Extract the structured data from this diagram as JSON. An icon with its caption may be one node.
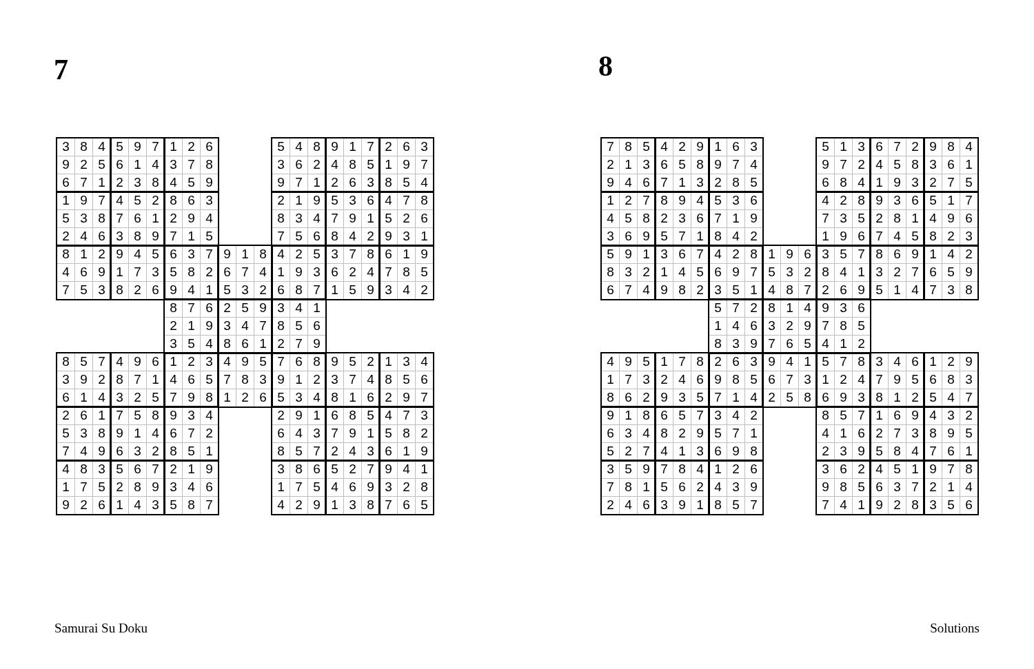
{
  "diagram": {
    "labels": [
      "7",
      "3",
      "8",
      "4",
      "5",
      "9",
      "7",
      "1",
      "2",
      "6",
      "5",
      "4",
      "8",
      "9",
      "1",
      "7",
      "2",
      "6",
      "3",
      "9",
      "2",
      "5",
      "6",
      "1",
      "4",
      "3",
      "7",
      "8",
      "3",
      "6",
      "2",
      "4",
      "8",
      "5",
      "1",
      "9",
      "7",
      "6",
      "7",
      "1",
      "2",
      "3",
      "8",
      "4",
      "5",
      "9",
      "9",
      "7",
      "1",
      "2",
      "6",
      "3",
      "8",
      "5",
      "4",
      "1",
      "9",
      "7",
      "4",
      "5",
      "2",
      "8",
      "6",
      "3",
      "2",
      "1",
      "9",
      "5",
      "3",
      "6",
      "4",
      "7",
      "8",
      "5",
      "3",
      "8",
      "7",
      "6",
      "1",
      "2",
      "9",
      "4",
      "8",
      "3",
      "4",
      "7",
      "9",
      "1",
      "5",
      "2",
      "6",
      "2",
      "4",
      "6",
      "3",
      "8",
      "9",
      "7",
      "1",
      "5",
      "7",
      "5",
      "6",
      "8",
      "4",
      "2",
      "9",
      "3",
      "1",
      "8",
      "1",
      "2",
      "9",
      "4",
      "5",
      "6",
      "3",
      "7",
      "9",
      "1",
      "8",
      "4",
      "2",
      "5",
      "3",
      "7",
      "8",
      "6",
      "1",
      "9",
      "4",
      "6",
      "9",
      "1",
      "7",
      "3",
      "5",
      "8",
      "2",
      "6",
      "7",
      "4",
      "1",
      "9",
      "3",
      "6",
      "2",
      "4",
      "7",
      "8",
      "5",
      "7",
      "5",
      "3",
      "8",
      "2",
      "6",
      "9",
      "4",
      "1",
      "5",
      "3",
      "2",
      "6",
      "8",
      "7",
      "1",
      "5",
      "9",
      "3",
      "4",
      "2",
      "8",
      "7",
      "6",
      "2",
      "5",
      "9",
      "3",
      "4",
      "1",
      "2",
      "1",
      "9",
      "3",
      "4",
      "7",
      "8",
      "5",
      "6",
      "3",
      "5",
      "4",
      "8",
      "6",
      "1",
      "2",
      "7",
      "9",
      "8",
      "5",
      "7",
      "4",
      "9",
      "6",
      "1",
      "2",
      "3",
      "4",
      "9",
      "5",
      "7",
      "6",
      "8",
      "9",
      "5",
      "2",
      "1",
      "3",
      "4",
      "3",
      "9",
      "2",
      "8",
      "7",
      "1",
      "4",
      "6",
      "5",
      "7",
      "8",
      "3",
      "9",
      "1",
      "2",
      "3",
      "7",
      "4",
      "8",
      "5",
      "6",
      "6",
      "1",
      "4",
      "3",
      "2",
      "5",
      "7",
      "9",
      "8",
      "1",
      "2",
      "6",
      "5",
      "3",
      "4",
      "8",
      "1",
      "6",
      "2",
      "9",
      "7",
      "2",
      "6",
      "1",
      "7",
      "5",
      "8",
      "9",
      "3",
      "4",
      "2",
      "9",
      "1",
      "6",
      "8",
      "5",
      "4",
      "7",
      "3",
      "5",
      "3",
      "8",
      "9",
      "1",
      "4",
      "6",
      "7",
      "2",
      "6",
      "4",
      "3",
      "7",
      "9",
      "1",
      "5",
      "8",
      "2",
      "7",
      "4",
      "9",
      "6",
      "3",
      "2",
      "8",
      "5",
      "1",
      "8",
      "5",
      "7",
      "2",
      "4",
      "3",
      "6",
      "1",
      "9",
      "4",
      "8",
      "3",
      "5",
      "6",
      "7",
      "2",
      "1",
      "9",
      "3",
      "8",
      "6",
      "5",
      "2",
      "7",
      "9",
      "4",
      "1",
      "1",
      "7",
      "5",
      "2",
      "8",
      "9",
      "3",
      "4",
      "6",
      "1",
      "7",
      "5",
      "4",
      "6",
      "9",
      "3",
      "2",
      "8",
      "9",
      "2",
      "6",
      "1",
      "4",
      "3",
      "5",
      "8",
      "7",
      "4",
      "2",
      "9",
      "1",
      "3",
      "8",
      "7",
      "6",
      "5",
      "8",
      "7",
      "8",
      "5",
      "4",
      "2",
      "9",
      "1",
      "6",
      "3",
      "5",
      "1",
      "3",
      "6",
      "7",
      "2",
      "9",
      "8",
      "4",
      "2",
      "1",
      "3",
      "6",
      "5",
      "8",
      "9",
      "7",
      "4",
      "9",
      "7",
      "2",
      "4",
      "5",
      "8",
      "3",
      "6",
      "1",
      "9",
      "4",
      "6",
      "7",
      "1",
      "3",
      "2",
      "8",
      "5",
      "6",
      "8",
      "4",
      "1",
      "9",
      "3",
      "2",
      "7",
      "5",
      "1",
      "2",
      "7",
      "8",
      "9",
      "4",
      "5",
      "3",
      "6",
      "4",
      "2",
      "8",
      "9",
      "3",
      "6",
      "5",
      "1",
      "7",
      "4",
      "5",
      "8",
      "2",
      "3",
      "6",
      "7",
      "1",
      "9",
      "7",
      "3",
      "5",
      "2",
      "8",
      "1",
      "4",
      "9",
      "6",
      "3",
      "6",
      "9",
      "5",
      "7",
      "1",
      "8",
      "4",
      "2",
      "1",
      "9",
      "6",
      "7",
      "4",
      "5",
      "8",
      "2",
      "3",
      "5",
      "9",
      "1",
      "3",
      "6",
      "7",
      "4",
      "2",
      "8",
      "1",
      "9",
      "6",
      "3",
      "5",
      "7",
      "8",
      "6",
      "9",
      "1",
      "4",
      "2",
      "8",
      "3",
      "2",
      "1",
      "4",
      "5",
      "6",
      "9",
      "7",
      "5",
      "3",
      "2",
      "8",
      "4",
      "1",
      "3",
      "2",
      "7",
      "6",
      "5",
      "9",
      "6",
      "7",
      "4",
      "9",
      "8",
      "2",
      "3",
      "5",
      "1",
      "4",
      "8",
      "7",
      "2",
      "6",
      "9",
      "5",
      "1",
      "4",
      "7",
      "3",
      "8",
      "5",
      "7",
      "2",
      "8",
      "1",
      "4",
      "9",
      "3",
      "6",
      "1",
      "4",
      "6",
      "3",
      "2",
      "9",
      "7",
      "8",
      "5",
      "8",
      "3",
      "9",
      "7",
      "6",
      "5",
      "4",
      "1",
      "2",
      "4",
      "9",
      "5",
      "1",
      "7",
      "8",
      "2",
      "6",
      "3",
      "9",
      "4",
      "1",
      "5",
      "7",
      "8",
      "3",
      "4",
      "6",
      "1",
      "2",
      "9",
      "1",
      "7",
      "3",
      "2",
      "4",
      "6",
      "9",
      "8",
      "5",
      "6",
      "7",
      "3",
      "1",
      "2",
      "4",
      "7",
      "9",
      "5",
      "6",
      "8",
      "3",
      "8",
      "6",
      "2",
      "9",
      "3",
      "5",
      "7",
      "1",
      "4",
      "2",
      "5",
      "8",
      "6",
      "9",
      "3",
      "8",
      "1",
      "2",
      "5",
      "4",
      "7",
      "9",
      "1",
      "8",
      "6",
      "5",
      "7",
      "3",
      "4",
      "2",
      "8",
      "5",
      "7",
      "1",
      "6",
      "9",
      "4",
      "3",
      "2",
      "6",
      "3",
      "4",
      "8",
      "2",
      "9",
      "5",
      "7",
      "1",
      "4",
      "1",
      "6",
      "2",
      "7",
      "3",
      "8",
      "9",
      "5",
      "5",
      "2",
      "7",
      "4",
      "1",
      "3",
      "6",
      "9",
      "8",
      "2",
      "3",
      "9",
      "5",
      "8",
      "4",
      "7",
      "6",
      "1",
      "3",
      "5",
      "9",
      "7",
      "8",
      "4",
      "1",
      "2",
      "6",
      "3",
      "6",
      "2",
      "4",
      "5",
      "1",
      "9",
      "7",
      "8",
      "7",
      "8",
      "1",
      "5",
      "6",
      "2",
      "4",
      "3",
      "9",
      "9",
      "8",
      "5",
      "6",
      "3",
      "7",
      "2",
      "1",
      "4",
      "2",
      "4",
      "6",
      "3",
      "9",
      "1",
      "8",
      "5",
      "7",
      "7",
      "4",
      "1",
      "9",
      "2",
      "8",
      "3",
      "5",
      "6",
      "Samurai Su Doku",
      "Solutions"
    ]
  }
}
